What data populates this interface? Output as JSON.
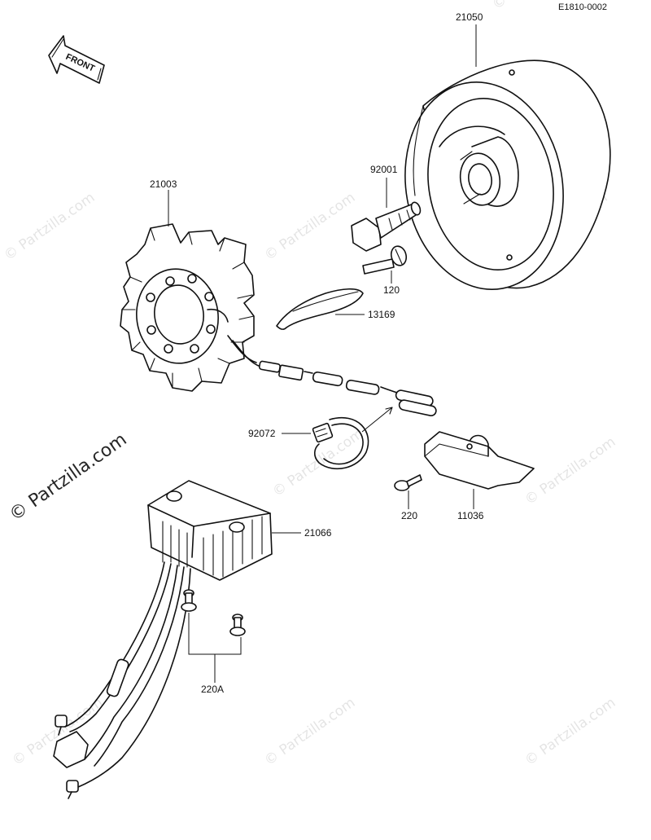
{
  "diagram": {
    "code": "E1810-0002",
    "front_label": "FRONT",
    "watermark": "© Partzilla.com",
    "callouts": {
      "flywheel": "21050",
      "stator": "21003",
      "bolt": "92001",
      "screw_small": "120",
      "holder": "13169",
      "clamp": "92072",
      "screw_220": "220",
      "cover": "11036",
      "regulator": "21066",
      "screw_220a": "220A"
    }
  }
}
